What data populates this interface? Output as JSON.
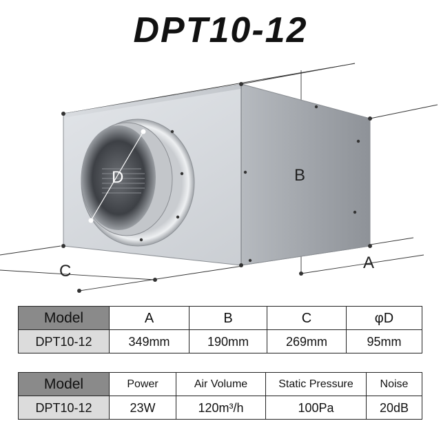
{
  "title": "DPT10-12",
  "diagram": {
    "labels": {
      "a": "A",
      "b": "B",
      "c": "C",
      "d": "D"
    }
  },
  "dimensions_table": {
    "headers": [
      "Model",
      "A",
      "B",
      "C",
      "φD"
    ],
    "row": [
      "DPT10-12",
      "349mm",
      "190mm",
      "269mm",
      "95mm"
    ]
  },
  "performance_table": {
    "headers": [
      "Model",
      "Power",
      "Air Volume",
      "Static Pressure",
      "Noise"
    ],
    "row": [
      "DPT10-12",
      "23W",
      "120m³/h",
      "100Pa",
      "20dB"
    ]
  },
  "colors": {
    "header_bg": "#8a8a8a",
    "model_bg": "#dcdcdc",
    "box_front": "#c9ccd1",
    "box_side": "#a9adb3"
  }
}
